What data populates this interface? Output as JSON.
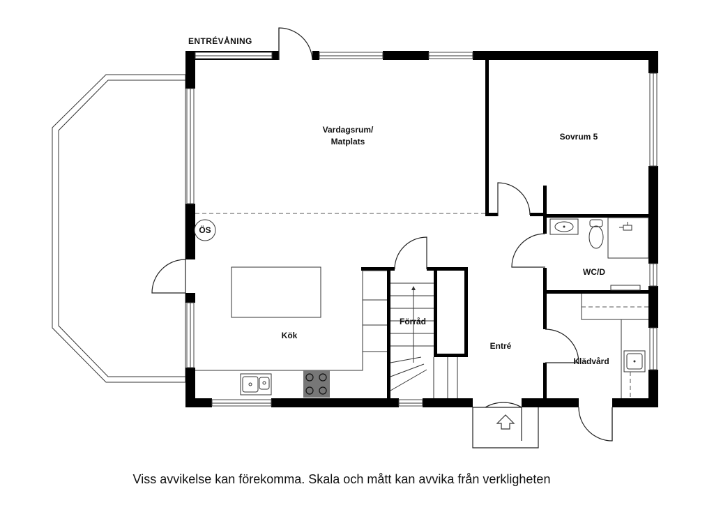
{
  "floor": {
    "title": "ENTRÉVÅNING",
    "rooms": {
      "living_line1": "Vardagsrum/",
      "living_line2": "Matplats",
      "bedroom": "Sovrum 5",
      "kitchen": "Kök",
      "storage": "Förråd",
      "entrance": "Entré",
      "wc": "WC/D",
      "laundry": "Klädvård"
    },
    "symbol_os": "ÖS"
  },
  "caption": "Viss avvikelse kan förekomma. Skala och mått kan avvika från verkligheten"
}
